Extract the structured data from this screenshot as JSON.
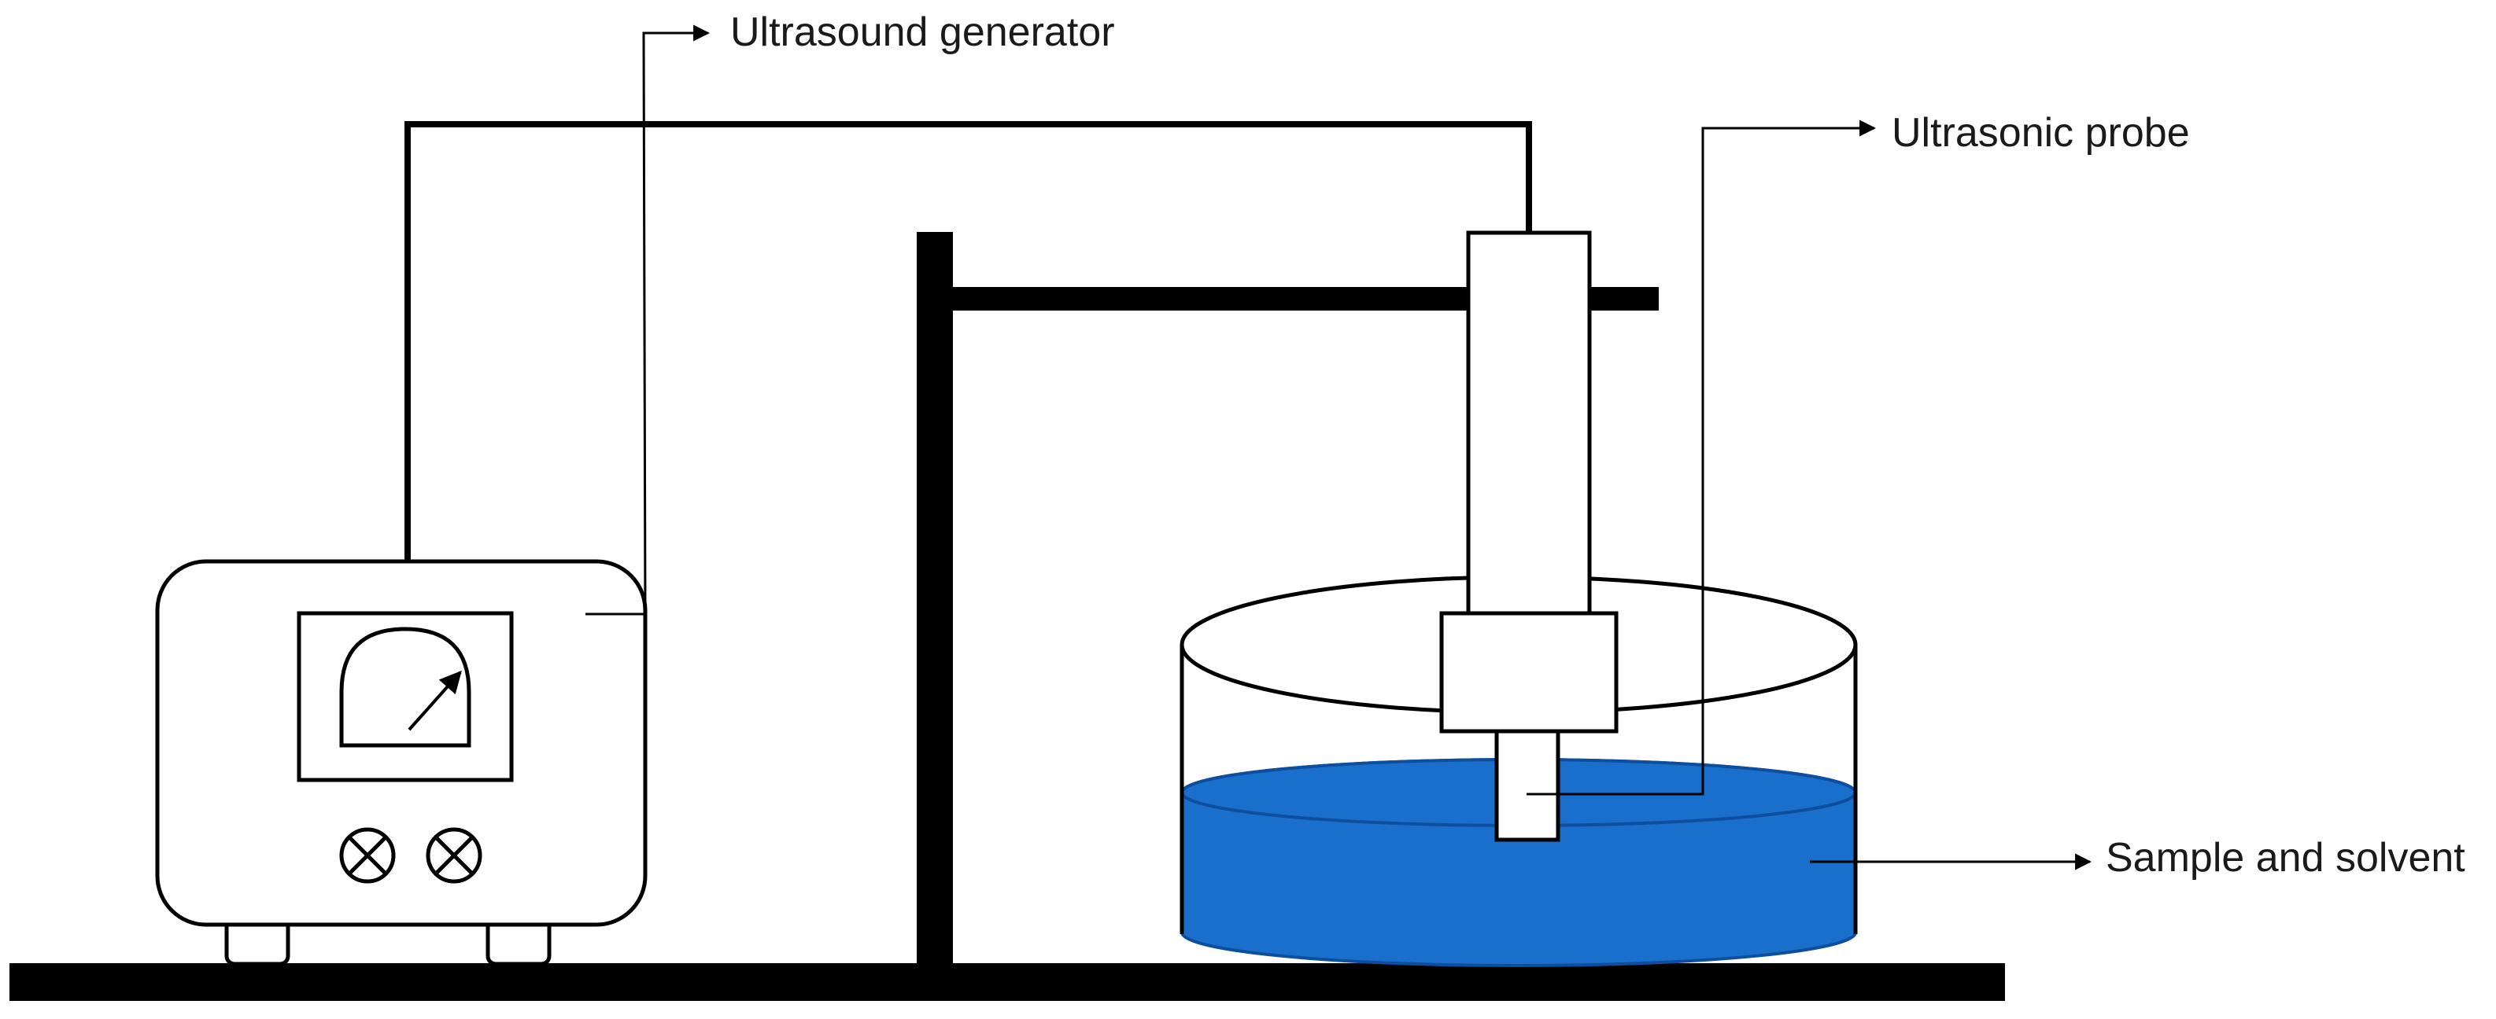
{
  "labels": {
    "generator": "Ultrasound generator",
    "probe": "Ultrasonic probe",
    "sample": "Sample and solvent"
  },
  "colors": {
    "line": "#000000",
    "liquid": "#1b6fcc",
    "liquid_edge": "#0d4f9e",
    "background": "#ffffff"
  },
  "icons": {
    "knob_left": "x-circle-icon",
    "knob_right": "x-circle-icon",
    "meter_needle": "arrow-needle-icon"
  }
}
